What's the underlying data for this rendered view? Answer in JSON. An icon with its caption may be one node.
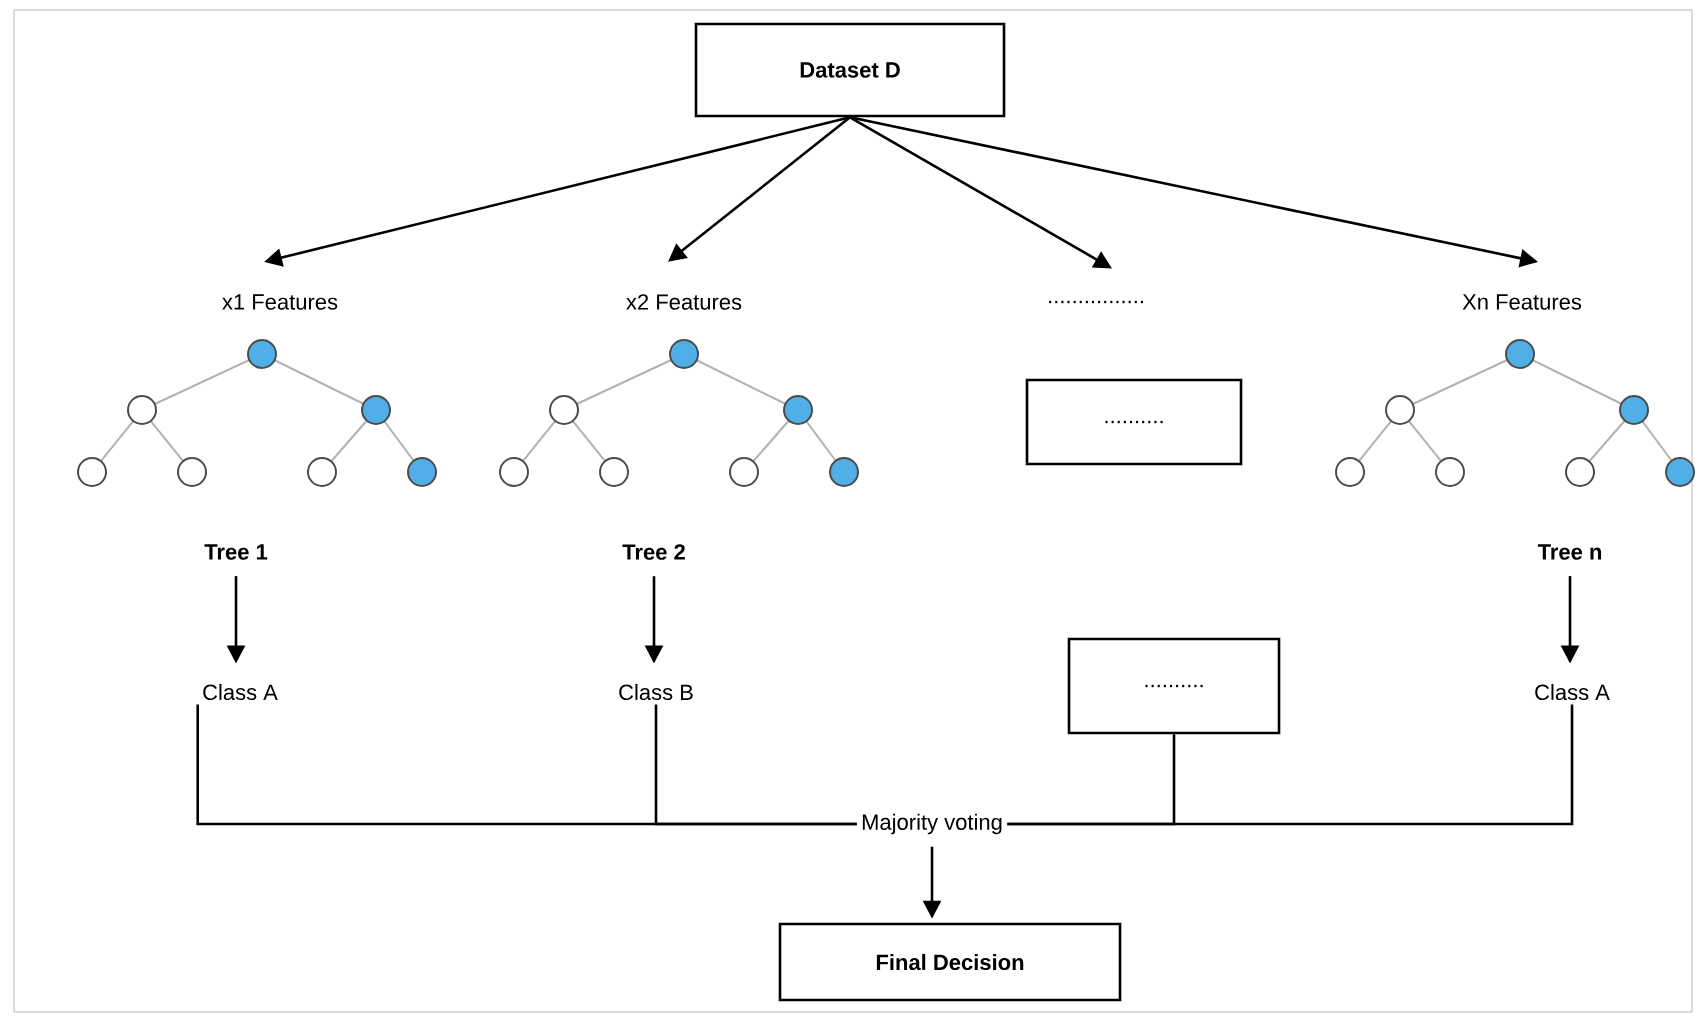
{
  "diagram": {
    "nodes": [
      {
        "text": [
          "Dataset D"
        ]
      },
      {
        "text": [
          "x1 Features"
        ]
      },
      {
        "text": [
          "x2 Features"
        ]
      },
      {
        "text": [
          "................"
        ]
      },
      {
        "text": [
          "Xn Features"
        ]
      },
      {
        "text": [
          ".........."
        ]
      },
      {
        "text": [
          "Tree 1"
        ]
      },
      {
        "text": [
          "Tree 2"
        ]
      },
      {
        "text": [
          "Tree n"
        ]
      },
      {
        "text": [
          "Class A"
        ]
      },
      {
        "text": [
          "Class B"
        ]
      },
      {
        "text": [
          ".........."
        ]
      },
      {
        "text": [
          "Class A"
        ]
      },
      {
        "text": [
          "Majority voting"
        ]
      },
      {
        "text": [
          "Final Decision"
        ]
      }
    ],
    "edges": [
      {
        "from": 0,
        "to": 1,
        "arrow": "to"
      },
      {
        "from": 0,
        "to": 2,
        "arrow": "to"
      },
      {
        "from": 0,
        "to": 3,
        "arrow": "to"
      },
      {
        "from": 0,
        "to": 4,
        "arrow": "to"
      },
      {
        "from": 6,
        "to": 9,
        "arrow": "to"
      },
      {
        "from": 7,
        "to": 10,
        "arrow": "to"
      },
      {
        "from": 8,
        "to": 12,
        "arrow": "to"
      },
      {
        "from": 9,
        "to": 13,
        "arrow": "none"
      },
      {
        "from": 10,
        "to": 13,
        "arrow": "none"
      },
      {
        "from": 11,
        "to": 13,
        "arrow": "none"
      },
      {
        "from": 12,
        "to": 13,
        "arrow": "none"
      },
      {
        "from": 13,
        "to": 14,
        "arrow": "to"
      }
    ]
  }
}
